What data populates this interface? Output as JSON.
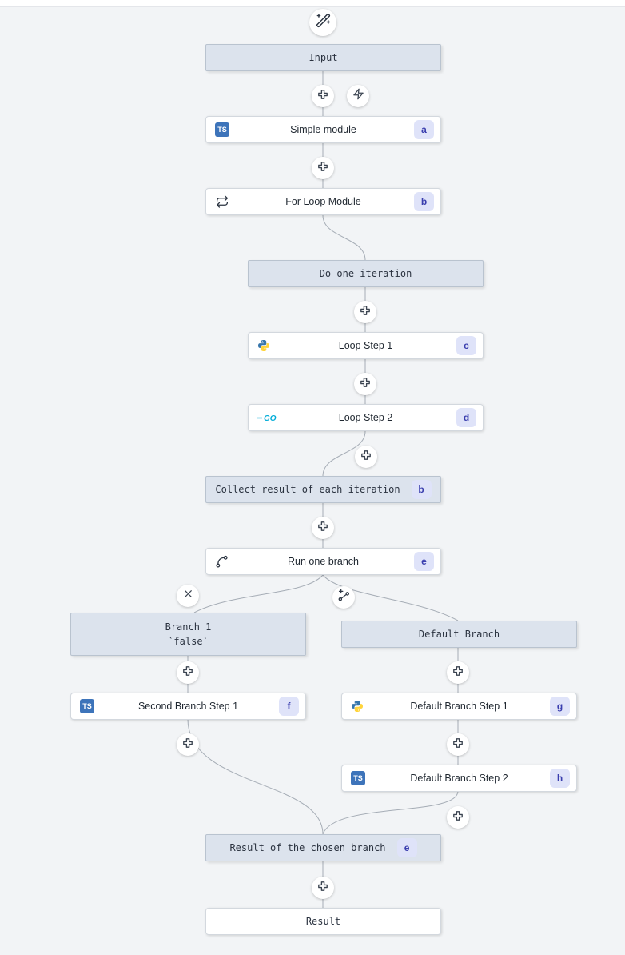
{
  "nodes": {
    "input": {
      "label": "Input"
    },
    "simple_module": {
      "label": "Simple module",
      "badge": "a",
      "language": "typescript"
    },
    "for_loop": {
      "label": "For Loop Module",
      "badge": "b"
    },
    "do_one_iteration": {
      "label": "Do one iteration"
    },
    "loop_step_1": {
      "label": "Loop Step 1",
      "badge": "c",
      "language": "python"
    },
    "loop_step_2": {
      "label": "Loop Step 2",
      "badge": "d",
      "language": "go"
    },
    "collect_result": {
      "label": "Collect result of each iteration",
      "badge": "b"
    },
    "run_one_branch": {
      "label": "Run one branch",
      "badge": "e"
    },
    "branch_1": {
      "label_line1": "Branch 1",
      "label_line2": "`false`"
    },
    "default_branch": {
      "label": "Default Branch"
    },
    "second_branch_step_1": {
      "label": "Second Branch Step 1",
      "badge": "f",
      "language": "typescript"
    },
    "default_branch_step_1": {
      "label": "Default Branch Step 1",
      "badge": "g",
      "language": "python"
    },
    "default_branch_step_2": {
      "label": "Default Branch Step 2",
      "badge": "h",
      "language": "typescript"
    },
    "result_of_chosen_branch": {
      "label": "Result of the chosen branch",
      "badge": "e"
    },
    "result": {
      "label": "Result"
    }
  },
  "language_labels": {
    "typescript": "TS",
    "go": "GO"
  },
  "icons": {
    "flow_input": "wand-sparkles-icon",
    "insert_step": "plus-icon",
    "trigger": "zap-icon",
    "remove_branch": "x-icon",
    "add_branch": "add-branch-icon",
    "for_loop": "repeat-icon",
    "branch_one": "git-branch-icon",
    "typescript": "typescript-icon",
    "python": "python-icon",
    "go": "go-icon"
  },
  "colors": {
    "canvas_background": "#f2f4f6",
    "node_background": "#ffffff",
    "virtual_node_background": "#dce3ed",
    "badge_background": "#dfe3f9",
    "badge_text": "#3a3eae",
    "typescript_blue": "#3d74ba",
    "python_blue": "#3776AB",
    "python_yellow": "#FFD43B",
    "go_cyan": "#00ACD7",
    "connector": "#a6adb6"
  }
}
